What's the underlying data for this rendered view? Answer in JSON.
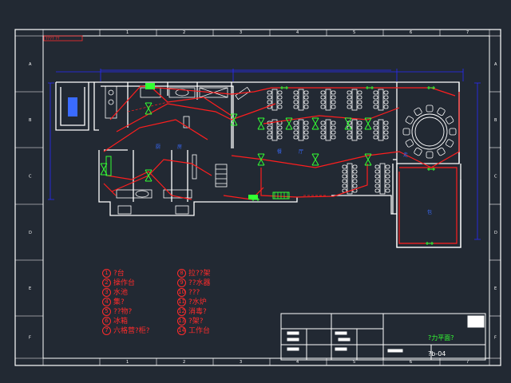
{
  "drawing": {
    "border_col_labels": [
      "1",
      "2",
      "3",
      "4",
      "5",
      "6",
      "7"
    ],
    "border_row_labels": [
      "A",
      "B",
      "C",
      "D",
      "E",
      "F"
    ],
    "title_block": {
      "title": "?力平面?",
      "drawing_no": "?b-04"
    },
    "stamp_label": "????  ??",
    "legend": [
      {
        "no": "1",
        "label": "?台"
      },
      {
        "no": "2",
        "label": "操作台"
      },
      {
        "no": "3",
        "label": "水池"
      },
      {
        "no": "4",
        "label": "集?"
      },
      {
        "no": "5",
        "label": "??物?"
      },
      {
        "no": "6",
        "label": "冰箱"
      },
      {
        "no": "7",
        "label": "六格营?柜?"
      },
      {
        "no": "8",
        "label": "拉??架"
      },
      {
        "no": "9",
        "label": "??水器"
      },
      {
        "no": "10",
        "label": "???"
      },
      {
        "no": "11",
        "label": "?水炉"
      },
      {
        "no": "12",
        "label": "消毒?"
      },
      {
        "no": "13",
        "label": "?架?"
      },
      {
        "no": "14",
        "label": "工作台"
      }
    ],
    "colors": {
      "background": "#222933",
      "frame": "#ffffff",
      "wall": "#ffffff",
      "circuit": "#ff2020",
      "fixture": "#33ff33",
      "dimension": "#2a2aff",
      "room_label": "#3a6bff"
    }
  }
}
